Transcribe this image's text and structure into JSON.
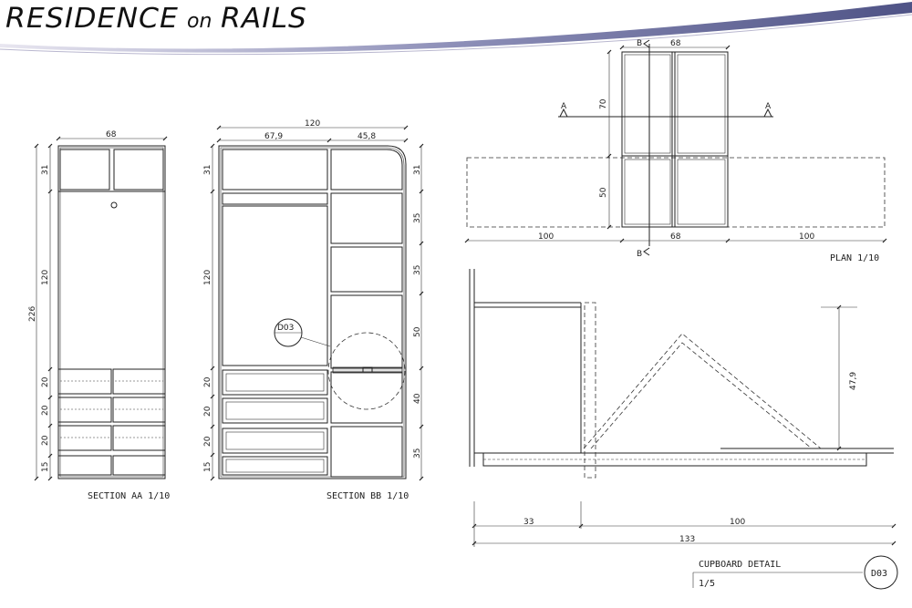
{
  "title": {
    "main": "RESIDENCE",
    "on": "on",
    "rails": "RAILS"
  },
  "colors": {
    "swoosh_dark": "#6b6f9e",
    "swoosh_light": "#c9c6dc",
    "line": "#222222"
  },
  "section_aa": {
    "caption": "SECTION AA 1/10",
    "width": "68",
    "total_height": "226",
    "heights": [
      "31",
      "120",
      "20",
      "20",
      "20",
      "15"
    ]
  },
  "section_bb": {
    "caption": "SECTION BB  1/10",
    "total_width": "120",
    "width_left": "67,9",
    "width_right": "45,8",
    "heights_left": [
      "31",
      "120",
      "20",
      "20",
      "20",
      "15"
    ],
    "heights_right": [
      "31",
      "35",
      "35",
      "50",
      "40",
      "35"
    ],
    "detail_ref": "D03"
  },
  "plan": {
    "caption": "PLAN  1/10",
    "width_top": "68",
    "width_bottom": "68",
    "depth_top": "70",
    "depth_mid": "50",
    "left": "100",
    "right": "100",
    "marker_a": "A",
    "marker_b": "B"
  },
  "detail": {
    "caption": "CUPBOARD DETAIL",
    "scale": "1/5",
    "badge": "D03",
    "height": "47,9",
    "left": "33",
    "right": "100",
    "total": "133"
  }
}
